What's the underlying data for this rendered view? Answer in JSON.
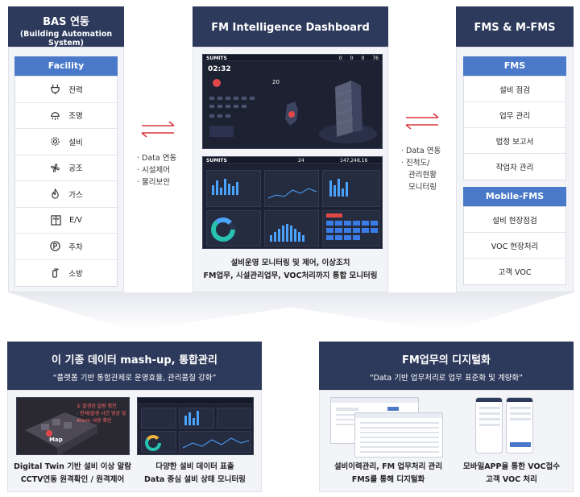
{
  "bas": {
    "title": "BAS 연동",
    "subtitle": "(Building Automation System)",
    "facility_label": "Facility",
    "items": [
      {
        "icon": "plug-icon",
        "label": "전력"
      },
      {
        "icon": "lamp-icon",
        "label": "조명"
      },
      {
        "icon": "gear-icon",
        "label": "설비"
      },
      {
        "icon": "fan-icon",
        "label": "공조"
      },
      {
        "icon": "gas-icon",
        "label": "가스"
      },
      {
        "icon": "elevator-icon",
        "label": "E/V"
      },
      {
        "icon": "parking-icon",
        "label": "주차"
      },
      {
        "icon": "extinguisher-icon",
        "label": "소방"
      }
    ]
  },
  "left_bullets": [
    "· Data 연동",
    "· 시설제어",
    "· 물리보안"
  ],
  "dashboard": {
    "title": "FM Intelligence Dashboard",
    "caption_line1": "설비운영 모니터링 및 제어, 이상조치",
    "caption_line2": "FM업무, 시설관리업무, VOC처리까지 통합 모니터링",
    "brand": "SUMITS",
    "time": "02:32",
    "counter": "147,248.16",
    "small_num": "24",
    "weather": "20",
    "top_counts": [
      "0",
      "0",
      "0",
      "76"
    ]
  },
  "right_bullets": [
    "· Data 연동",
    "· 진척도/",
    "관리현황",
    "모니터링"
  ],
  "fms": {
    "title": "FMS & M-FMS",
    "fms_label": "FMS",
    "fms_items": [
      "설비 점검",
      "업무 관리",
      "법정 보고서",
      "작업자 관리"
    ],
    "mobile_label": "Mobile-FMS",
    "mobile_items": [
      "설비 현장점검",
      "VOC 현장처리",
      "고객 VOC"
    ]
  },
  "mashup": {
    "title": "이 기종 데이터 mash-up, 통합관리",
    "subtitle": "“플랫폼 기반 통합관제로 운영효율, 관리품질 강화”",
    "left_caption_1": "Digital Twin 기반 설비 이상 알람",
    "left_caption_2": "CCTV연동 원격확인 / 원격제어",
    "right_caption_1": "다양한 설비 데이터 표출",
    "right_caption_2": "Data 중심 설비 상태 모니터링",
    "overlay": [
      "① 발생된 알람 확인",
      "- 현재/발생 시간 영상 및",
      "Alarm 내용 확인"
    ],
    "map_label": "Map"
  },
  "digital": {
    "title": "FM업무의 디지털화",
    "subtitle": "“Data 기반 업무처리로 업무 표준화 및 계량화”",
    "left_caption_1": "설비이력관리, FM 업무처리 관리",
    "left_caption_2": "FMS를 통해 디지털화",
    "right_caption_1": "모바일APP을 통한 VOC접수",
    "right_caption_2": "고객 VOC 처리"
  }
}
